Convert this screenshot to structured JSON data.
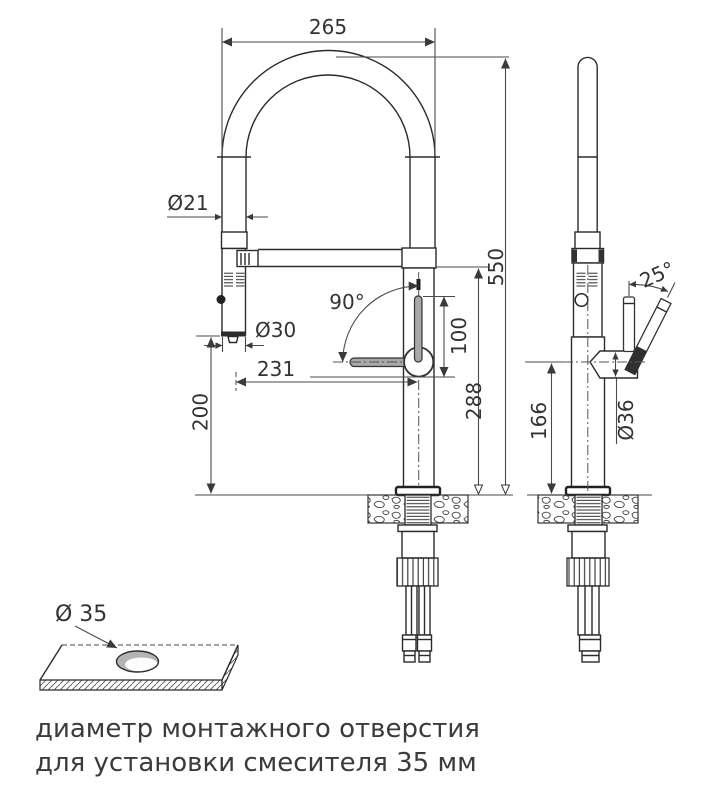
{
  "drawing": {
    "front": {
      "width": "265",
      "hose_diameter": "Ø21",
      "spray_head_diameter": "Ø30",
      "spout_reach": "231",
      "spray_drop_height": "200",
      "handle_swing_angle": "90°",
      "handle_length": "100",
      "body_height": "288",
      "total_height": "550"
    },
    "side": {
      "handle_tilt_angle": "25°",
      "handle_axis_height": "166",
      "handle_hub_diameter": "Ø36"
    },
    "hole": {
      "diameter": "Ø 35"
    },
    "caption": {
      "line1": "диаметр монтажного отверстия",
      "line2": "для установки смесителя 35 мм"
    },
    "colors": {
      "line": "#2b2b2b",
      "dim_line": "#4a4a4a",
      "lever_fill": "#a8a8a8",
      "hole_shade": "#b4b4b4",
      "caption_text": "#3b3b3b"
    }
  }
}
